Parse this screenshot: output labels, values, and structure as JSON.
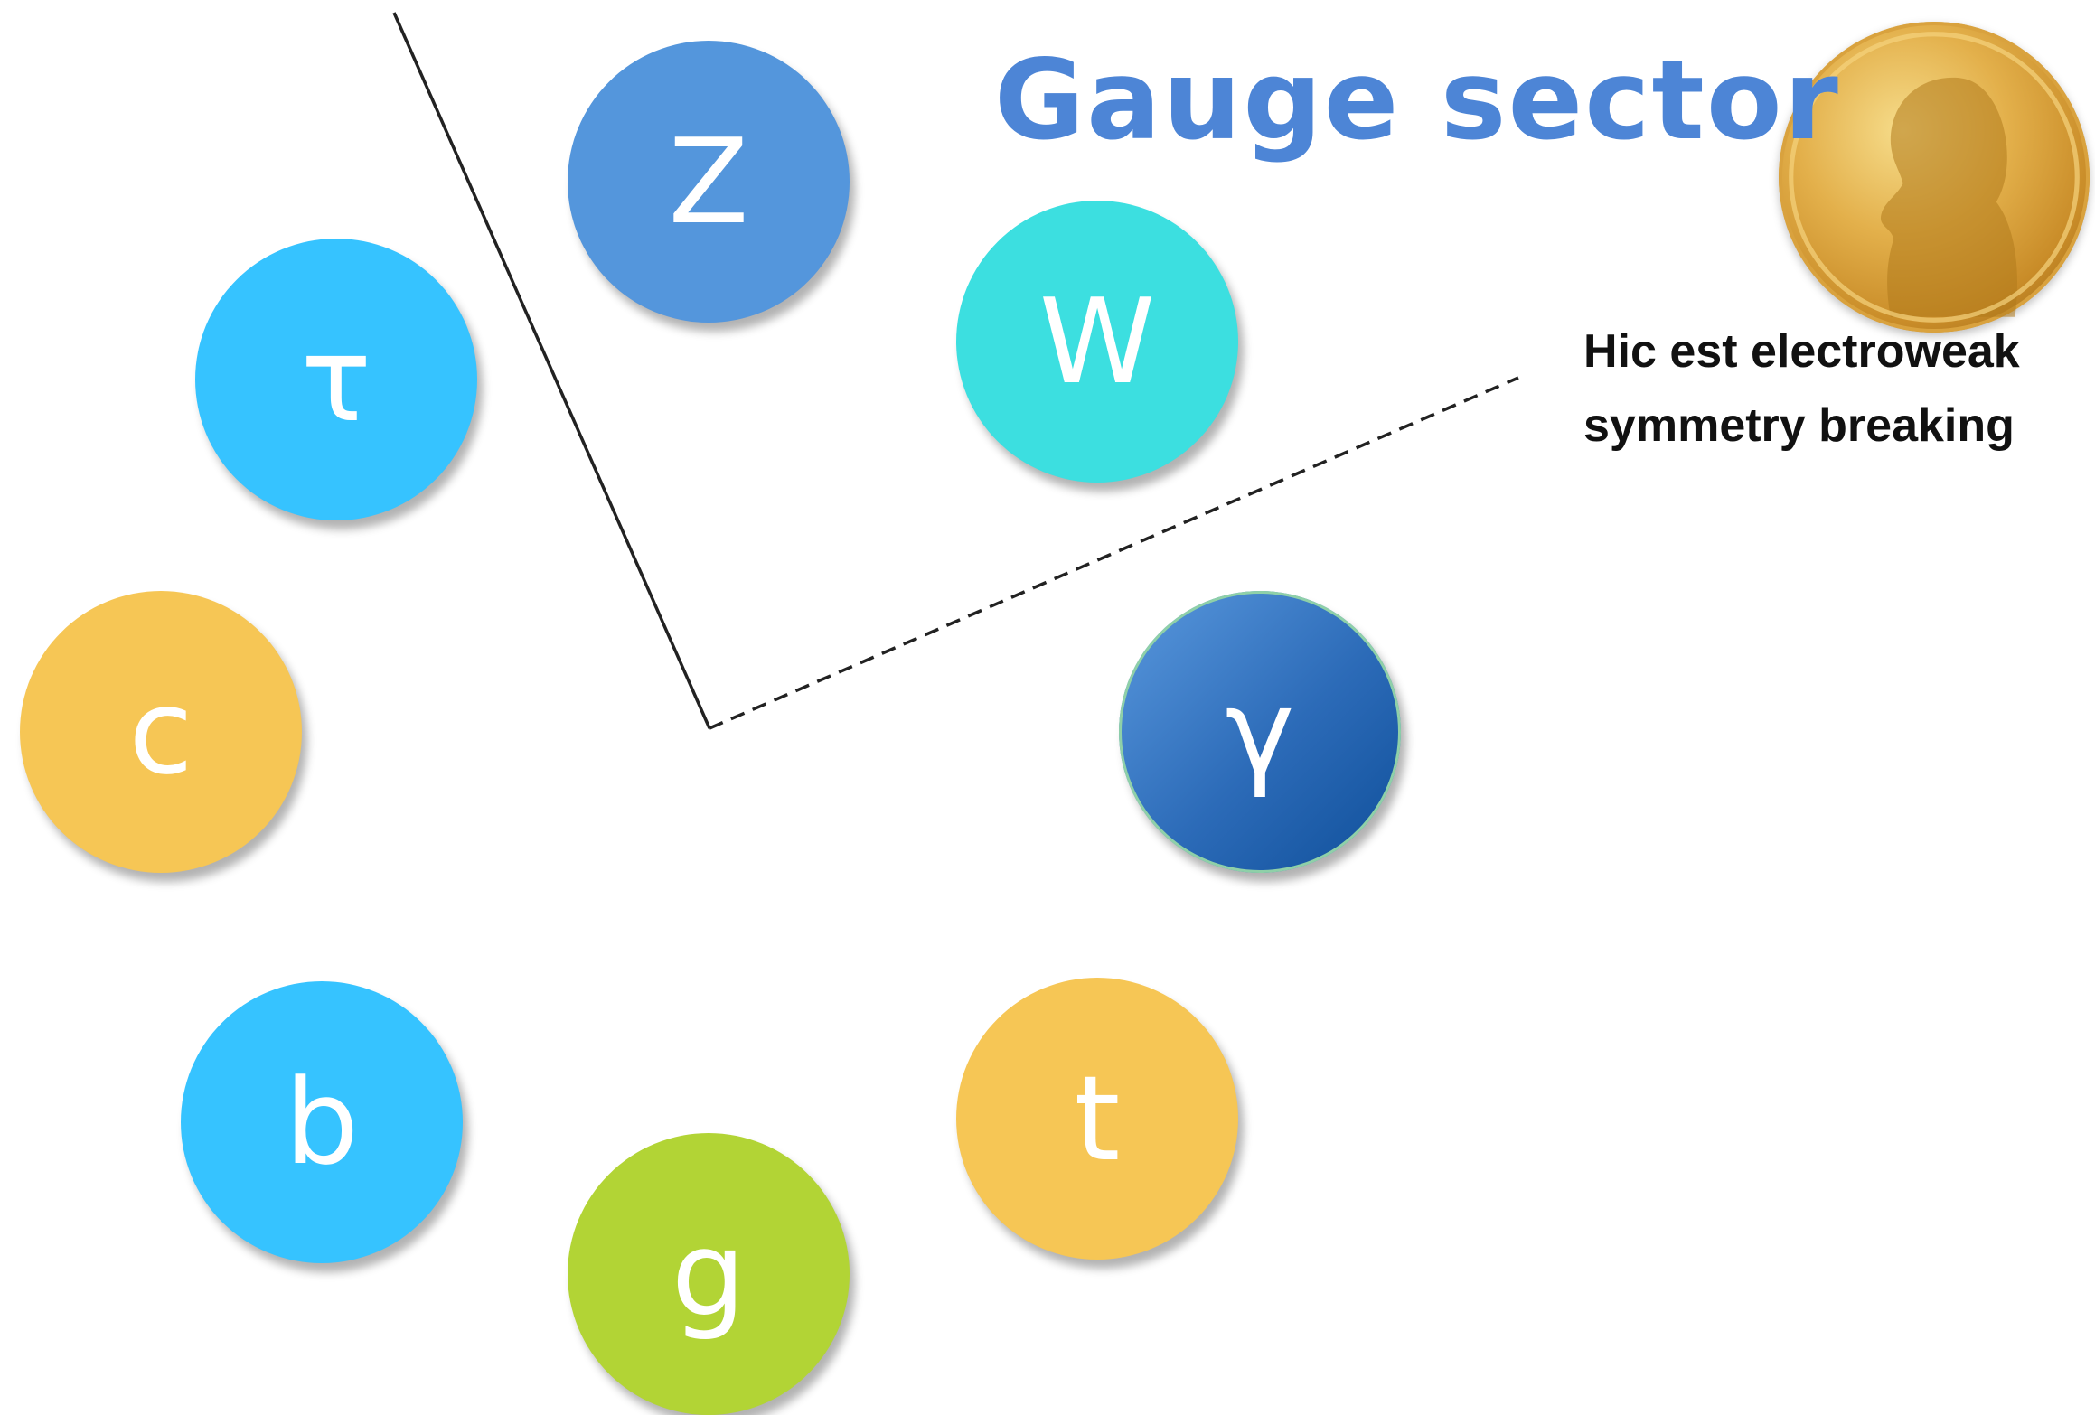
{
  "title": "Gauge sector",
  "caption": {
    "line1": "Hic est electroweak",
    "line2": "symmetry breaking"
  },
  "particles": [
    {
      "id": "z",
      "label": "Z",
      "color": "#5496dc"
    },
    {
      "id": "w",
      "label": "W",
      "color": "#3cdfe0"
    },
    {
      "id": "tau",
      "label": "τ",
      "color": "#36c3ff"
    },
    {
      "id": "c",
      "label": "c",
      "color": "#f6c655"
    },
    {
      "id": "gamma",
      "label": "γ",
      "color": "#2c6bb8"
    },
    {
      "id": "b",
      "label": "b",
      "color": "#36c3ff"
    },
    {
      "id": "t",
      "label": "t",
      "color": "#f6c655"
    },
    {
      "id": "g",
      "label": "g",
      "color": "#b2d435"
    }
  ],
  "medal": {
    "icon": "nobel-medal-icon",
    "color": "#d9a23e"
  }
}
